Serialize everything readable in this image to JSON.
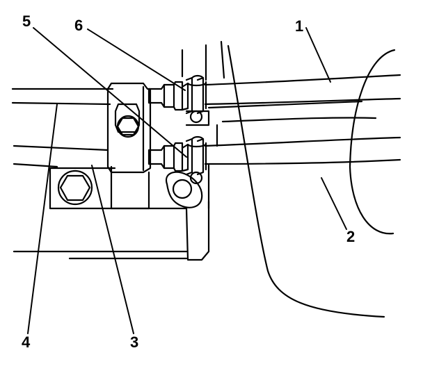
{
  "colors": {
    "ink": "#000000",
    "paper": "#ffffff"
  },
  "callouts": {
    "c1": "1",
    "c2": "2",
    "c3": "3",
    "c4": "4",
    "c5": "5",
    "c6": "6"
  }
}
